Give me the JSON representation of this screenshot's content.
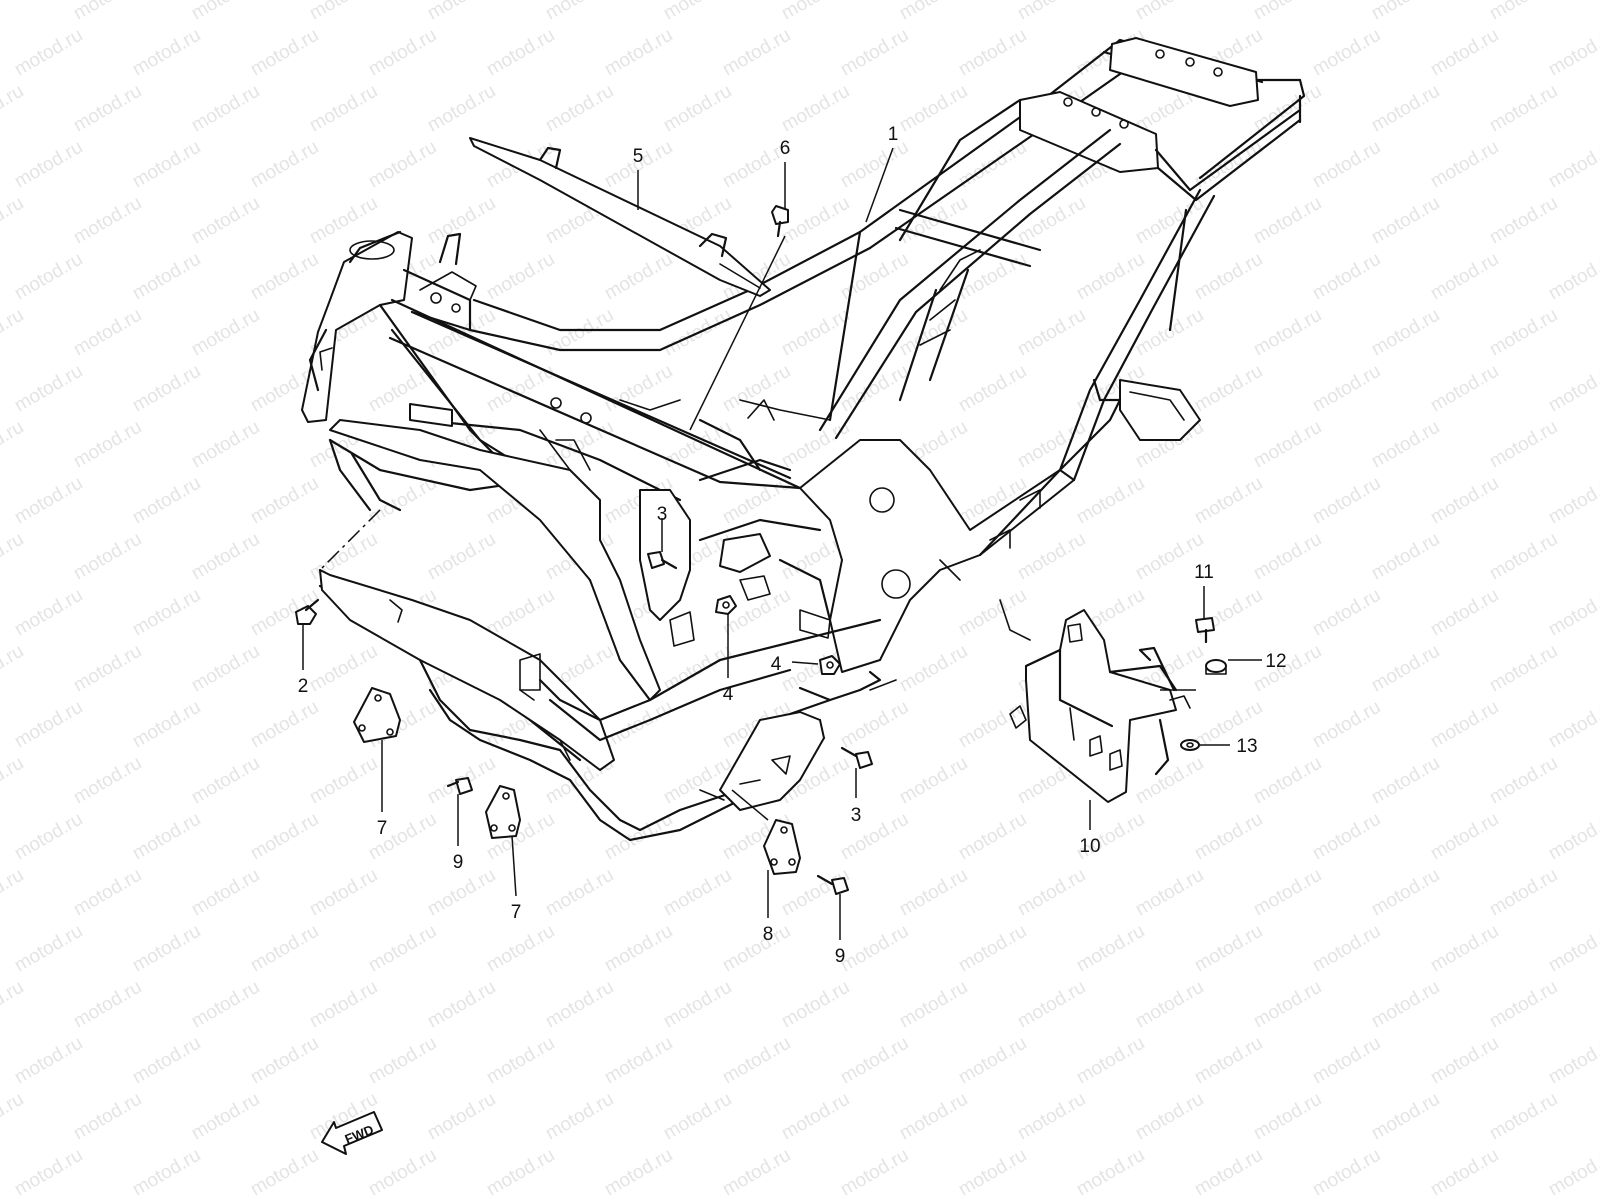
{
  "diagram": {
    "watermark_text": "motod.ru",
    "watermark_color": "#e4e4e4",
    "line_color": "#111111",
    "direction_label": "FWD",
    "parts": [
      {
        "id": "frame",
        "number": "1"
      },
      {
        "id": "bolt-2",
        "number": "2"
      },
      {
        "id": "bolt-3",
        "number": "3"
      },
      {
        "id": "nut-4",
        "number": "4"
      },
      {
        "id": "front-stay",
        "number": "5"
      },
      {
        "id": "bolt-6",
        "number": "6"
      },
      {
        "id": "plate-7",
        "number": "7"
      },
      {
        "id": "plate-8",
        "number": "8"
      },
      {
        "id": "bolt-9",
        "number": "9"
      },
      {
        "id": "battery-box",
        "number": "10"
      },
      {
        "id": "bolt-11",
        "number": "11"
      },
      {
        "id": "cushion-12",
        "number": "12"
      },
      {
        "id": "washer-13",
        "number": "13"
      }
    ]
  }
}
